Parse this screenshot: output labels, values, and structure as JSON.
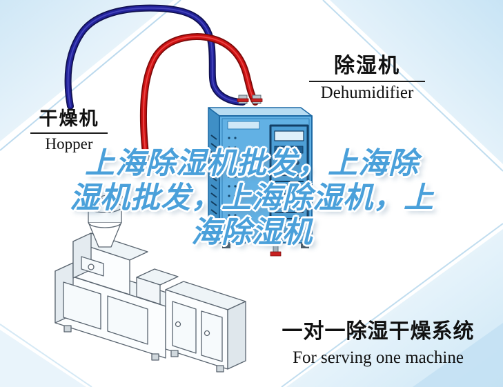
{
  "labels": {
    "dehumidifier_cn": "除湿机",
    "dehumidifier_en": "Dehumidifier",
    "hopper_cn": "干燥机",
    "hopper_en": "Hopper"
  },
  "headline": {
    "line1": "上海除湿机批发，上海除",
    "line2": "湿机批发，上海除湿机，上",
    "line3": "海除湿机",
    "full_text": "上海除湿机批发，上海除湿机批发，上海除湿机，上海除湿机",
    "color": "#4aa0da"
  },
  "caption": {
    "title_cn": "一对一除湿干燥系统",
    "subtitle_en": "For serving one machine"
  },
  "colors": {
    "pipe_navy": "#22229b",
    "pipe_red": "#cf1212",
    "dehumidifier_front": "#62b1e4",
    "dehumidifier_panel_frame": "#123f66",
    "background_tint": "#d7ebf7",
    "headline_blue": "#4aa0da",
    "text_black": "#111111"
  }
}
